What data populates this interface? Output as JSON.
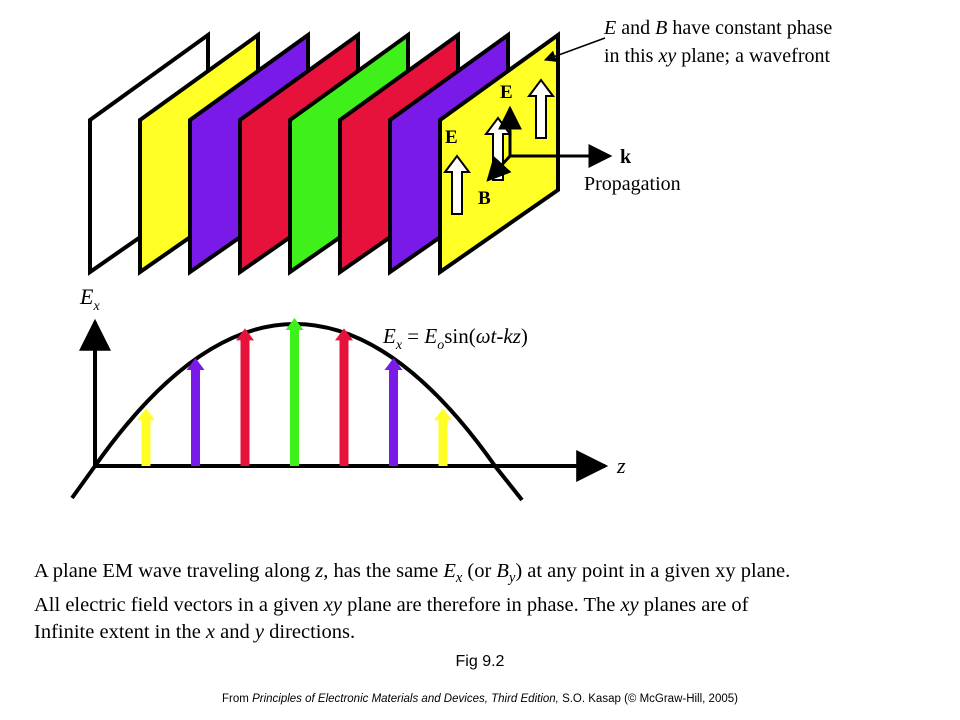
{
  "diagram": {
    "plane_colors": [
      "#ffffff",
      "#ffff26",
      "#7a1ae8",
      "#e6123c",
      "#40f01a",
      "#e6123c",
      "#7a1ae8",
      "#ffff26"
    ],
    "annotation_line1_pre": "and",
    "annotation_line1_post": "have constant phase",
    "annotation_line2_pre": "in this",
    "annotation_line2_post": "plane; a wavefront",
    "E_symbol": "E",
    "B_symbol": "B",
    "xy_symbol": "xy",
    "k_label": "k",
    "propagation_label": "Propagation",
    "Ex_axis_base": "E",
    "Ex_axis_sub": "x",
    "z_axis_label": "z",
    "eq_lhs_base": "E",
    "eq_lhs_sub": "x",
    "eq_equals": "=",
    "eq_rhs_base": "E",
    "eq_rhs_sub": "o",
    "eq_sin": "sin(",
    "eq_omega": "ω",
    "eq_t_kz": "t-kz",
    "eq_close": ")",
    "arrow_colors": [
      "#ffff26",
      "#7a1ae8",
      "#e6123c",
      "#40f01a",
      "#e6123c",
      "#7a1ae8",
      "#ffff26"
    ],
    "arrow_heights": [
      0.39,
      0.73,
      0.93,
      1.0,
      0.93,
      0.73,
      0.39
    ]
  },
  "caption": {
    "s1": "A plane EM wave traveling along",
    "s2": "z",
    "s3": ", has the same",
    "s4": "E",
    "s5": "x",
    "s6": "(or",
    "s7": "B",
    "s8": "y",
    "s9": ") at any point in a given xy plane.",
    "s10": "All electric field vectors in a given",
    "s11": "xy",
    "s12": "plane are therefore in phase. The",
    "s13": "xy",
    "s14": "planes are of",
    "s15": "Infinite extent in the",
    "s16": "x",
    "s17": "and",
    "s18": "y",
    "s19": "directions."
  },
  "fig_label": "Fig 9.2",
  "source": {
    "prefix": "From",
    "book": "Principles of Electronic Materials and Devices, Third Edition,",
    "suffix": "S.O. Kasap (© McGraw-Hill, 2005)"
  }
}
